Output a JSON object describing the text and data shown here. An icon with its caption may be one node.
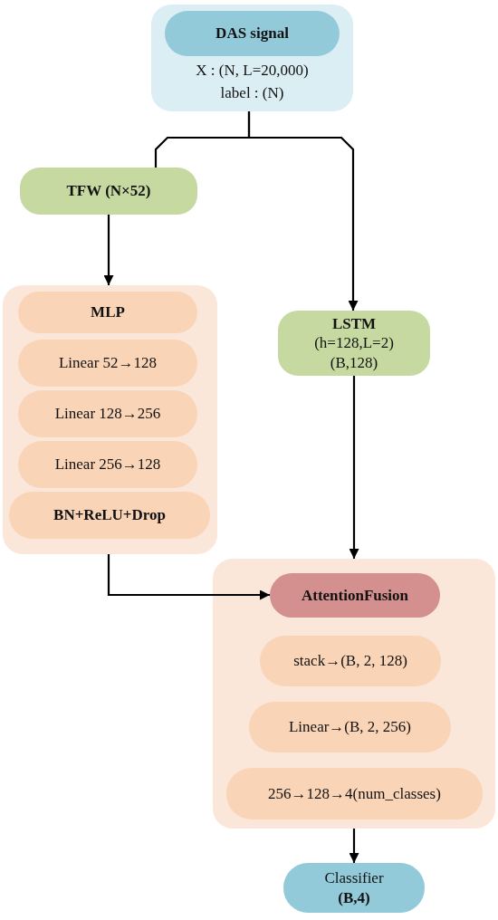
{
  "diagram": {
    "nodes": [
      {
        "text": [
          "X : (N, L=20,000)",
          "label : (N)"
        ]
      },
      {
        "text": [
          "DAS signal"
        ],
        "in": 0
      },
      {
        "text": [
          "TFW (N×52)"
        ]
      },
      {
        "text": [],
        "shape": "box"
      },
      {
        "text": [
          "MLP"
        ],
        "in": 3
      },
      {
        "text": [
          "Linear 52→128"
        ],
        "in": 3
      },
      {
        "text": [
          "Linear 128→256"
        ],
        "in": 3
      },
      {
        "text": [
          "Linear 256→128"
        ],
        "in": 3
      },
      {
        "text": [
          "BN+ReLU+Drop"
        ],
        "in": 3
      },
      {
        "text": [
          "LSTM",
          "(h=128,L=2)",
          "(B,128)"
        ]
      },
      {
        "text": [],
        "shape": "box"
      },
      {
        "text": [
          "AttentionFusion"
        ],
        "in": 10
      },
      {
        "text": [
          "stack→(B, 2, 128)"
        ],
        "in": 10
      },
      {
        "text": [
          "Linear→(B, 2, 256)"
        ],
        "in": 10
      },
      {
        "text": [
          "256→128→4(num_classes)"
        ],
        "in": 10
      },
      {
        "text": [
          "Classifier",
          "(B,4)"
        ]
      }
    ],
    "edges": [
      {
        "from": 0,
        "to": 2,
        "arrow": "none"
      },
      {
        "from": 0,
        "to": 9,
        "arrow": "to"
      },
      {
        "from": 2,
        "to": 3,
        "arrow": "to"
      },
      {
        "from": 3,
        "to": 11,
        "arrow": "to"
      },
      {
        "from": 9,
        "to": 10,
        "arrow": "to"
      },
      {
        "from": 10,
        "to": 15,
        "arrow": "to"
      }
    ]
  }
}
